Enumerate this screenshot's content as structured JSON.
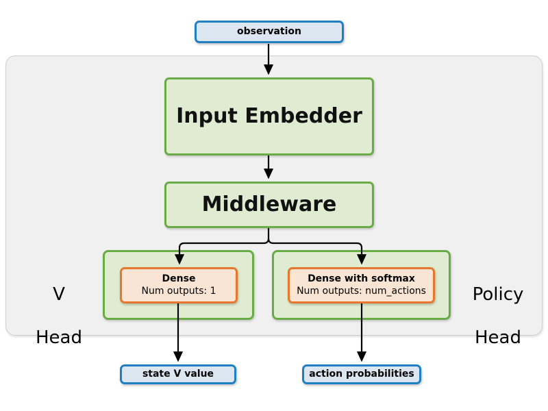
{
  "diagram": {
    "title_present": false,
    "colors": {
      "panel_background": "#f0f0f0",
      "panel_border": "#cfcfcf",
      "io_fill": "#dce6f1",
      "io_border": "#1f7fc4",
      "module_fill": "#dfecd2",
      "module_border": "#6aab46",
      "dense_fill": "#fae5d4",
      "dense_border": "#e8762c",
      "arrow": "#000000",
      "page_background": "#ffffff"
    },
    "io_nodes": {
      "input": {
        "label": "observation"
      },
      "output_value": {
        "label": "state V value"
      },
      "output_policy": {
        "label": "action probabilities"
      }
    },
    "modules": {
      "input_embedder": {
        "label": "Input Embedder"
      },
      "middleware": {
        "label": "Middleware"
      }
    },
    "heads": {
      "value_head": {
        "side_label": "V\nHead",
        "side_label_line1": "V",
        "side_label_line2": "Head",
        "dense": {
          "title": "Dense",
          "subtitle": "Num outputs: 1"
        }
      },
      "policy_head": {
        "side_label": "Policy\nHead",
        "side_label_line1": "Policy",
        "side_label_line2": "Head",
        "dense": {
          "title": "Dense with softmax",
          "subtitle": "Num outputs: num_actions"
        }
      }
    },
    "edges": [
      {
        "name": "observation-to-input-embedder",
        "from": "observation",
        "to": "Input Embedder"
      },
      {
        "name": "input-embedder-to-middleware",
        "from": "Input Embedder",
        "to": "Middleware"
      },
      {
        "name": "middleware-to-dense-v",
        "from": "Middleware",
        "to": "Dense"
      },
      {
        "name": "middleware-to-dense-policy",
        "from": "Middleware",
        "to": "Dense with softmax"
      },
      {
        "name": "dense-v-to-state-v-value",
        "from": "Dense",
        "to": "state V value"
      },
      {
        "name": "dense-policy-to-action-probabilities",
        "from": "Dense with softmax",
        "to": "action probabilities"
      }
    ]
  }
}
